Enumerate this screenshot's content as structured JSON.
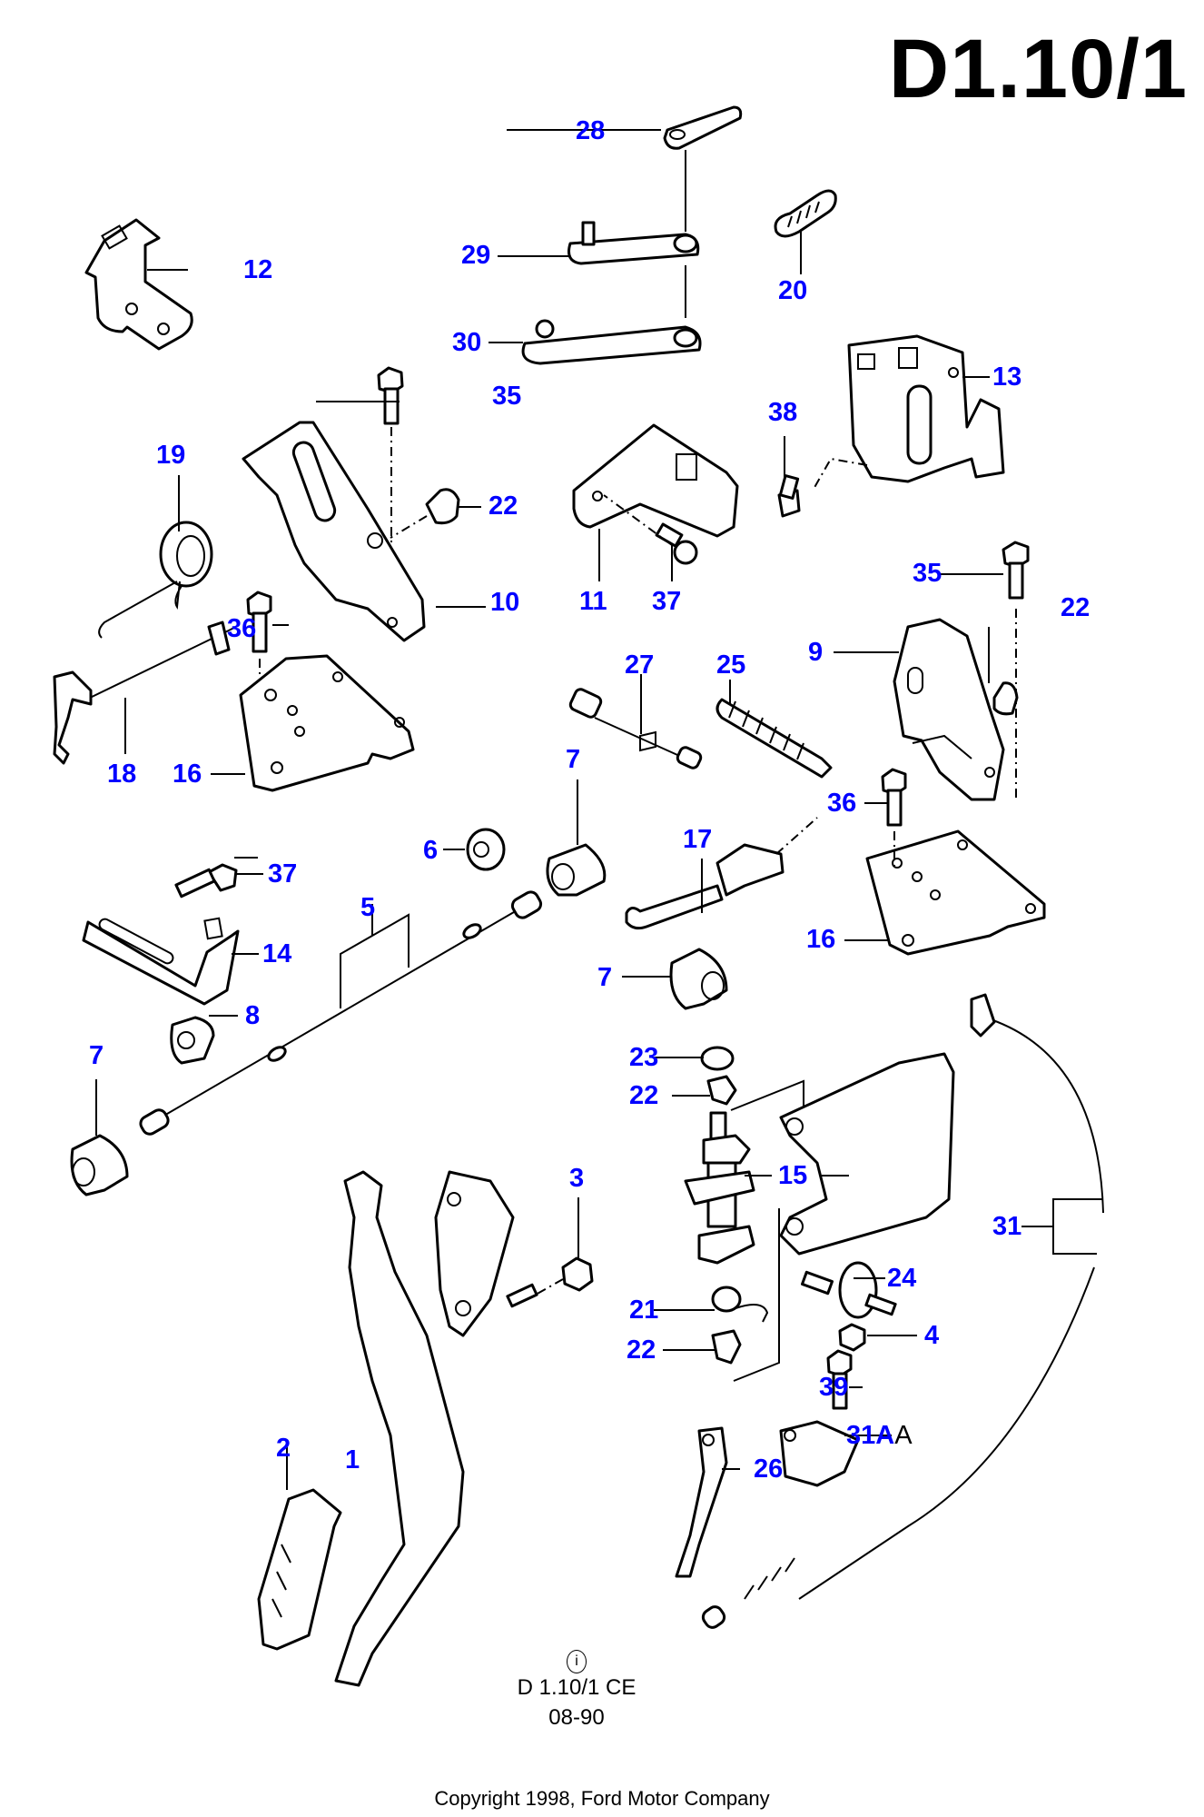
{
  "sheet": {
    "code": "D1.10/1",
    "reference": "D  1.10/1 CE",
    "date": "08-90",
    "info_symbol": "i",
    "copyright": "Copyright 1998, Ford Motor Company"
  },
  "callout_color": "#0000ff",
  "callouts": [
    {
      "id": "28",
      "label": "28",
      "part": "upper-link-plate"
    },
    {
      "id": "29",
      "label": "29",
      "part": "link-arm-with-stud"
    },
    {
      "id": "30",
      "label": "30",
      "part": "lower-link-arm-ball-stud"
    },
    {
      "id": "12",
      "label": "12",
      "part": "bracket"
    },
    {
      "id": "20",
      "label": "20",
      "part": "tension-spring"
    },
    {
      "id": "13",
      "label": "13",
      "part": "mounting-bracket"
    },
    {
      "id": "35a",
      "label": "35",
      "part": "bolt"
    },
    {
      "id": "38",
      "label": "38",
      "part": "bolt"
    },
    {
      "id": "19",
      "label": "19",
      "part": "torsion-spring"
    },
    {
      "id": "22a",
      "label": "22",
      "part": "nut"
    },
    {
      "id": "10",
      "label": "10",
      "part": "pedal-bracket"
    },
    {
      "id": "11",
      "label": "11",
      "part": "angle-bracket"
    },
    {
      "id": "37a",
      "label": "37",
      "part": "flange-bolt"
    },
    {
      "id": "35b",
      "label": "35",
      "part": "bolt"
    },
    {
      "id": "22b",
      "label": "22",
      "part": "nut"
    },
    {
      "id": "36a",
      "label": "36",
      "part": "bolt"
    },
    {
      "id": "9",
      "label": "9",
      "part": "pedal-bracket"
    },
    {
      "id": "18",
      "label": "18",
      "part": "shaft-lever"
    },
    {
      "id": "16a",
      "label": "16",
      "part": "base-plate"
    },
    {
      "id": "27",
      "label": "27",
      "part": "rod-assembly"
    },
    {
      "id": "25",
      "label": "25",
      "part": "threaded-rod-spring"
    },
    {
      "id": "7a",
      "label": "7",
      "part": "bush"
    },
    {
      "id": "36b",
      "label": "36",
      "part": "bolt"
    },
    {
      "id": "6",
      "label": "6",
      "part": "grommet"
    },
    {
      "id": "17",
      "label": "17",
      "part": "shaft-lever"
    },
    {
      "id": "37b",
      "label": "37",
      "part": "flange-bolt"
    },
    {
      "id": "5",
      "label": "5",
      "part": "cable"
    },
    {
      "id": "14",
      "label": "14",
      "part": "cable-bracket"
    },
    {
      "id": "16b",
      "label": "16",
      "part": "base-plate"
    },
    {
      "id": "7b",
      "label": "7",
      "part": "bush"
    },
    {
      "id": "8",
      "label": "8",
      "part": "bush-nut"
    },
    {
      "id": "7c",
      "label": "7",
      "part": "bush"
    },
    {
      "id": "23",
      "label": "23",
      "part": "retainer-clip"
    },
    {
      "id": "22c",
      "label": "22",
      "part": "clip"
    },
    {
      "id": "3",
      "label": "3",
      "part": "nut"
    },
    {
      "id": "15",
      "label": "15",
      "part": "pedal-pivot-assembly"
    },
    {
      "id": "31",
      "label": "31",
      "part": "release-cable"
    },
    {
      "id": "24",
      "label": "24",
      "part": "stop-bolt"
    },
    {
      "id": "21",
      "label": "21",
      "part": "return-spring"
    },
    {
      "id": "4",
      "label": "4",
      "part": "nut"
    },
    {
      "id": "22d",
      "label": "22",
      "part": "clip"
    },
    {
      "id": "39",
      "label": "39",
      "part": "flange-bolt"
    },
    {
      "id": "31a",
      "label": "31A",
      "suffix": "A",
      "part": "cable-clip"
    },
    {
      "id": "2",
      "label": "2",
      "part": "pedal-pad"
    },
    {
      "id": "1",
      "label": "1",
      "part": "pedal-lever"
    },
    {
      "id": "26",
      "label": "26",
      "part": "lever-handle"
    }
  ]
}
